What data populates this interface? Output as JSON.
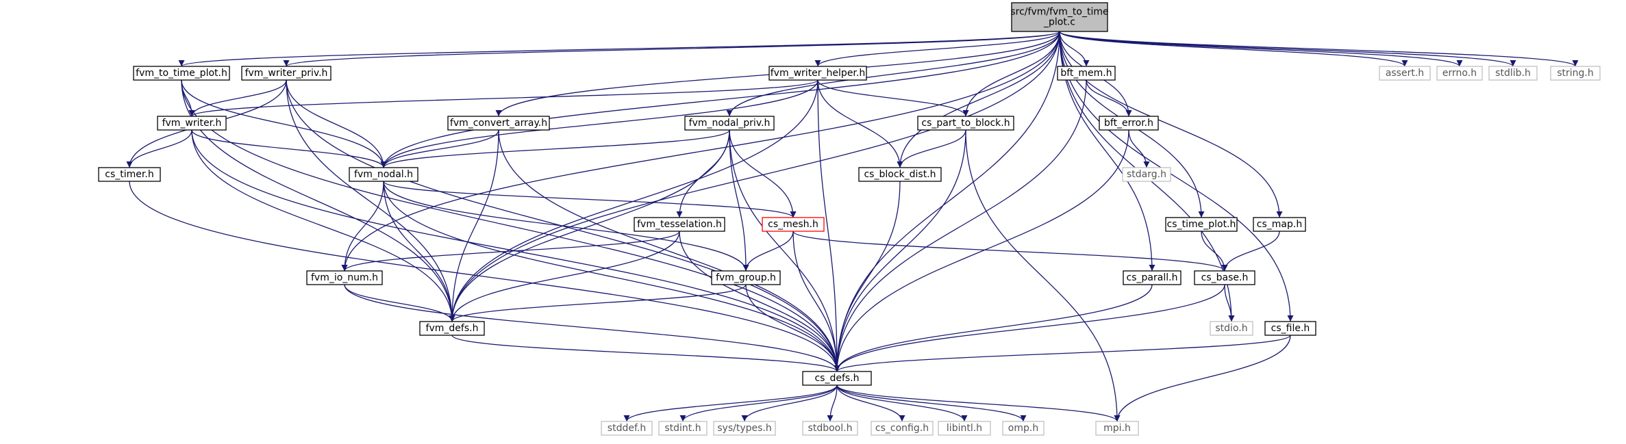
{
  "root": {
    "id": "root",
    "lines": [
      "src/fvm/fvm_to_time",
      "_plot.c"
    ],
    "style": "root"
  },
  "nodes": [
    {
      "id": "fvm_to_time_plot_h",
      "label": "fvm_to_time_plot.h",
      "style": "normal"
    },
    {
      "id": "fvm_writer_priv_h",
      "label": "fvm_writer_priv.h",
      "style": "normal"
    },
    {
      "id": "fvm_writer_h",
      "label": "fvm_writer.h",
      "style": "normal"
    },
    {
      "id": "cs_timer_h",
      "label": "cs_timer.h",
      "style": "normal"
    },
    {
      "id": "fvm_writer_helper_h",
      "label": "fvm_writer_helper.h",
      "style": "normal"
    },
    {
      "id": "fvm_convert_array_h",
      "label": "fvm_convert_array.h",
      "style": "normal"
    },
    {
      "id": "fvm_nodal_priv_h",
      "label": "fvm_nodal_priv.h",
      "style": "normal"
    },
    {
      "id": "fvm_nodal_h",
      "label": "fvm_nodal.h",
      "style": "normal"
    },
    {
      "id": "cs_part_to_block_h",
      "label": "cs_part_to_block.h",
      "style": "normal"
    },
    {
      "id": "cs_block_dist_h",
      "label": "cs_block_dist.h",
      "style": "normal"
    },
    {
      "id": "bft_mem_h",
      "label": "bft_mem.h",
      "style": "normal"
    },
    {
      "id": "bft_error_h",
      "label": "bft_error.h",
      "style": "normal"
    },
    {
      "id": "stdarg_h",
      "label": "stdarg.h",
      "style": "system"
    },
    {
      "id": "cs_mesh_h",
      "label": "cs_mesh.h",
      "style": "highlight"
    },
    {
      "id": "fvm_tesselation_h",
      "label": "fvm_tesselation.h",
      "style": "normal"
    },
    {
      "id": "fvm_group_h",
      "label": "fvm_group.h",
      "style": "normal"
    },
    {
      "id": "fvm_io_num_h",
      "label": "fvm_io_num.h",
      "style": "normal"
    },
    {
      "id": "fvm_defs_h",
      "label": "fvm_defs.h",
      "style": "normal"
    },
    {
      "id": "cs_time_plot_h",
      "label": "cs_time_plot.h",
      "style": "normal"
    },
    {
      "id": "cs_map_h",
      "label": "cs_map.h",
      "style": "normal"
    },
    {
      "id": "cs_parall_h",
      "label": "cs_parall.h",
      "style": "normal"
    },
    {
      "id": "cs_base_h",
      "label": "cs_base.h",
      "style": "normal"
    },
    {
      "id": "stdio_h",
      "label": "stdio.h",
      "style": "system"
    },
    {
      "id": "cs_file_h",
      "label": "cs_file.h",
      "style": "normal"
    },
    {
      "id": "cs_defs_h",
      "label": "cs_defs.h",
      "style": "normal"
    },
    {
      "id": "assert_h",
      "label": "assert.h",
      "style": "system"
    },
    {
      "id": "errno_h",
      "label": "errno.h",
      "style": "system"
    },
    {
      "id": "stdlib_h",
      "label": "stdlib.h",
      "style": "system"
    },
    {
      "id": "string_h",
      "label": "string.h",
      "style": "system"
    },
    {
      "id": "stddef_h",
      "label": "stddef.h",
      "style": "system"
    },
    {
      "id": "stdint_h",
      "label": "stdint.h",
      "style": "system"
    },
    {
      "id": "sys_types_h",
      "label": "sys/types.h",
      "style": "system"
    },
    {
      "id": "stdbool_h",
      "label": "stdbool.h",
      "style": "system"
    },
    {
      "id": "cs_config_h",
      "label": "cs_config.h",
      "style": "system"
    },
    {
      "id": "libintl_h",
      "label": "libintl.h",
      "style": "system"
    },
    {
      "id": "omp_h",
      "label": "omp.h",
      "style": "system"
    },
    {
      "id": "mpi_h",
      "label": "mpi.h",
      "style": "system"
    }
  ],
  "edges": [
    [
      "root",
      "fvm_to_time_plot_h"
    ],
    [
      "root",
      "fvm_writer_priv_h"
    ],
    [
      "root",
      "fvm_writer_helper_h"
    ],
    [
      "root",
      "fvm_convert_array_h"
    ],
    [
      "root",
      "fvm_nodal_priv_h"
    ],
    [
      "root",
      "fvm_nodal_h"
    ],
    [
      "root",
      "cs_part_to_block_h"
    ],
    [
      "root",
      "cs_block_dist_h"
    ],
    [
      "root",
      "bft_mem_h"
    ],
    [
      "root",
      "bft_error_h"
    ],
    [
      "root",
      "fvm_io_num_h"
    ],
    [
      "root",
      "fvm_defs_h"
    ],
    [
      "root",
      "cs_time_plot_h"
    ],
    [
      "root",
      "cs_map_h"
    ],
    [
      "root",
      "cs_parall_h"
    ],
    [
      "root",
      "stdio_h"
    ],
    [
      "root",
      "cs_file_h"
    ],
    [
      "root",
      "cs_defs_h"
    ],
    [
      "root",
      "assert_h"
    ],
    [
      "root",
      "errno_h"
    ],
    [
      "root",
      "stdlib_h"
    ],
    [
      "root",
      "string_h"
    ],
    [
      "fvm_to_time_plot_h",
      "fvm_writer_h"
    ],
    [
      "fvm_to_time_plot_h",
      "fvm_nodal_h"
    ],
    [
      "fvm_to_time_plot_h",
      "fvm_defs_h"
    ],
    [
      "fvm_to_time_plot_h",
      "cs_defs_h"
    ],
    [
      "fvm_writer_priv_h",
      "fvm_writer_h"
    ],
    [
      "fvm_writer_priv_h",
      "cs_timer_h"
    ],
    [
      "fvm_writer_priv_h",
      "fvm_nodal_h"
    ],
    [
      "fvm_writer_priv_h",
      "fvm_defs_h"
    ],
    [
      "fvm_writer_priv_h",
      "cs_defs_h"
    ],
    [
      "fvm_writer_h",
      "cs_timer_h"
    ],
    [
      "fvm_writer_h",
      "fvm_nodal_h"
    ],
    [
      "fvm_writer_h",
      "fvm_defs_h"
    ],
    [
      "fvm_writer_h",
      "cs_defs_h"
    ],
    [
      "cs_timer_h",
      "cs_defs_h"
    ],
    [
      "fvm_writer_helper_h",
      "fvm_writer_h"
    ],
    [
      "fvm_writer_helper_h",
      "fvm_nodal_h"
    ],
    [
      "fvm_writer_helper_h",
      "cs_part_to_block_h"
    ],
    [
      "fvm_writer_helper_h",
      "cs_block_dist_h"
    ],
    [
      "fvm_writer_helper_h",
      "fvm_defs_h"
    ],
    [
      "fvm_writer_helper_h",
      "cs_defs_h"
    ],
    [
      "fvm_convert_array_h",
      "fvm_nodal_h"
    ],
    [
      "fvm_convert_array_h",
      "fvm_defs_h"
    ],
    [
      "fvm_convert_array_h",
      "cs_defs_h"
    ],
    [
      "fvm_nodal_priv_h",
      "fvm_nodal_h"
    ],
    [
      "fvm_nodal_priv_h",
      "cs_mesh_h"
    ],
    [
      "fvm_nodal_priv_h",
      "fvm_tesselation_h"
    ],
    [
      "fvm_nodal_priv_h",
      "fvm_group_h"
    ],
    [
      "fvm_nodal_priv_h",
      "fvm_defs_h"
    ],
    [
      "fvm_nodal_priv_h",
      "cs_defs_h"
    ],
    [
      "fvm_nodal_h",
      "cs_mesh_h"
    ],
    [
      "fvm_nodal_h",
      "fvm_group_h"
    ],
    [
      "fvm_nodal_h",
      "fvm_io_num_h"
    ],
    [
      "fvm_nodal_h",
      "fvm_defs_h"
    ],
    [
      "fvm_nodal_h",
      "cs_defs_h"
    ],
    [
      "cs_part_to_block_h",
      "cs_block_dist_h"
    ],
    [
      "cs_part_to_block_h",
      "cs_defs_h"
    ],
    [
      "cs_part_to_block_h",
      "mpi_h"
    ],
    [
      "cs_block_dist_h",
      "cs_defs_h"
    ],
    [
      "bft_mem_h",
      "bft_error_h"
    ],
    [
      "bft_mem_h",
      "cs_defs_h"
    ],
    [
      "bft_error_h",
      "stdarg_h"
    ],
    [
      "bft_error_h",
      "cs_defs_h"
    ],
    [
      "cs_mesh_h",
      "fvm_group_h"
    ],
    [
      "cs_mesh_h",
      "cs_base_h"
    ],
    [
      "cs_mesh_h",
      "cs_defs_h"
    ],
    [
      "fvm_tesselation_h",
      "fvm_io_num_h"
    ],
    [
      "fvm_tesselation_h",
      "fvm_defs_h"
    ],
    [
      "fvm_tesselation_h",
      "cs_defs_h"
    ],
    [
      "fvm_group_h",
      "fvm_defs_h"
    ],
    [
      "fvm_group_h",
      "cs_defs_h"
    ],
    [
      "fvm_io_num_h",
      "fvm_defs_h"
    ],
    [
      "fvm_io_num_h",
      "cs_defs_h"
    ],
    [
      "fvm_defs_h",
      "cs_defs_h"
    ],
    [
      "cs_time_plot_h",
      "cs_base_h"
    ],
    [
      "cs_map_h",
      "cs_base_h"
    ],
    [
      "cs_parall_h",
      "cs_defs_h"
    ],
    [
      "cs_base_h",
      "stdio_h"
    ],
    [
      "cs_base_h",
      "cs_defs_h"
    ],
    [
      "cs_file_h",
      "cs_defs_h"
    ],
    [
      "cs_file_h",
      "mpi_h"
    ],
    [
      "cs_defs_h",
      "stddef_h"
    ],
    [
      "cs_defs_h",
      "stdint_h"
    ],
    [
      "cs_defs_h",
      "sys_types_h"
    ],
    [
      "cs_defs_h",
      "stdbool_h"
    ],
    [
      "cs_defs_h",
      "cs_config_h"
    ],
    [
      "cs_defs_h",
      "libintl_h"
    ],
    [
      "cs_defs_h",
      "omp_h"
    ],
    [
      "cs_defs_h",
      "mpi_h"
    ]
  ],
  "colors": {
    "edge": "#191970",
    "normal_border": "#000000",
    "system_border": "#bfbfbf",
    "system_text": "#555555",
    "highlight_border": "#ff0000",
    "root_fill": "#bfbfbf"
  }
}
